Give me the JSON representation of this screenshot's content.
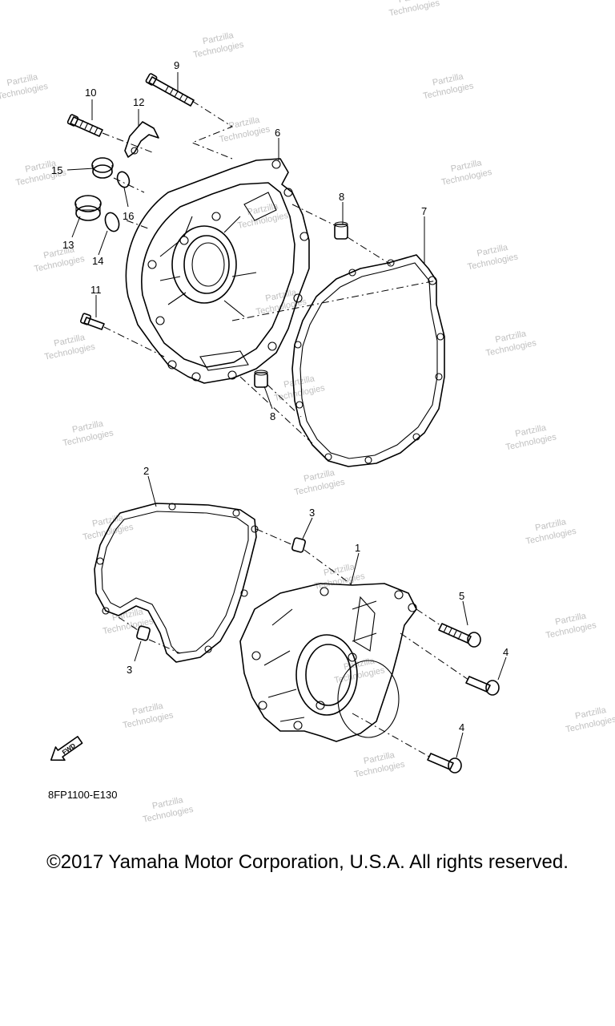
{
  "diagram": {
    "code": "8FP1100-E130",
    "fwd_label": "FWD",
    "watermark_line1": "Partzilla",
    "watermark_line2": "Technologies",
    "callouts": [
      "1",
      "2",
      "3",
      "3",
      "4",
      "4",
      "5",
      "6",
      "7",
      "8",
      "8",
      "9",
      "10",
      "11",
      "12",
      "13",
      "14",
      "15",
      "16"
    ]
  },
  "footer": {
    "copyright": "©2017 Yamaha Motor Corporation, U.S.A. All rights reserved."
  }
}
